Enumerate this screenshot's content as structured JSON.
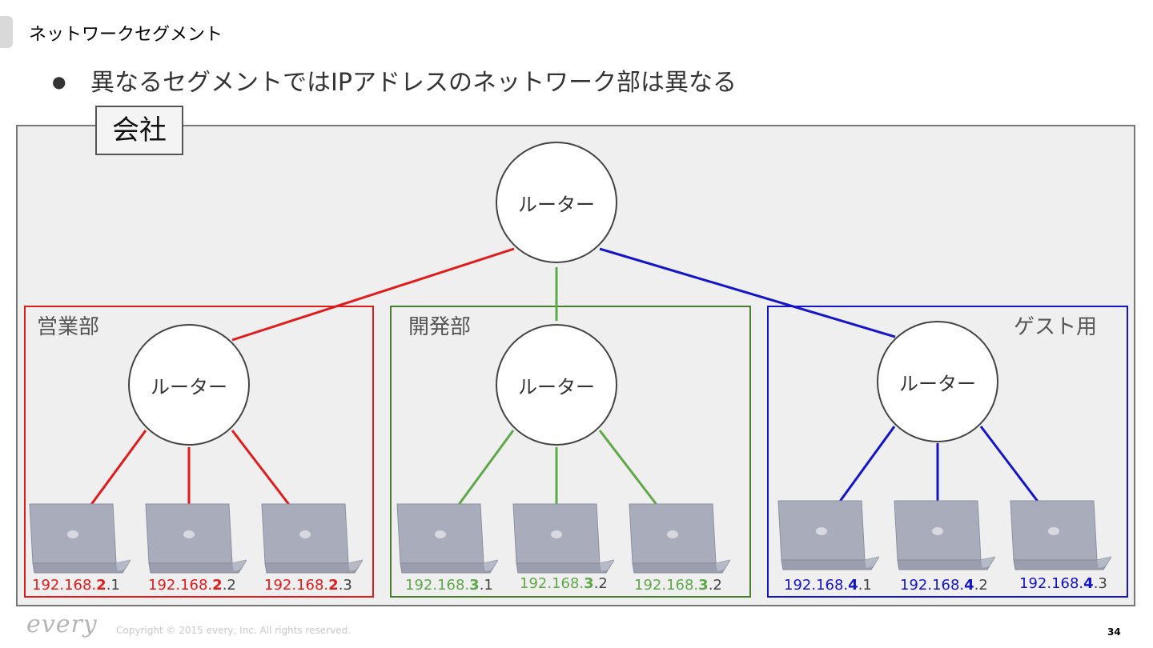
{
  "slide": {
    "title": "ネットワークセグメント",
    "bullet": "異なるセグメントではIPアドレスのネットワーク部は異なる",
    "bullet_marker": "●",
    "page_number": "34"
  },
  "diagram": {
    "company_label": "会社",
    "top_router_label": "ルーター",
    "departments": [
      {
        "name": "営業部",
        "color": "#e01b1b",
        "router_label": "ルーター",
        "ips": [
          {
            "prefix": "192.168.",
            "segment": "2",
            "host": ".1"
          },
          {
            "prefix": "192.168.",
            "segment": "2",
            "host": ".2"
          },
          {
            "prefix": "192.168.",
            "segment": "2",
            "host": ".3"
          }
        ]
      },
      {
        "name": "開発部",
        "color": "#5fa84a",
        "router_label": "ルーター",
        "ips": [
          {
            "prefix": "192.168.",
            "segment": "3",
            "host": ".1"
          },
          {
            "prefix": "192.168.",
            "segment": "3",
            "host": ".2"
          },
          {
            "prefix": "192.168.",
            "segment": "3",
            "host": ".2"
          }
        ]
      },
      {
        "name": "ゲスト用",
        "color": "#1414c8",
        "router_label": "ルーター",
        "ips": [
          {
            "prefix": "192.168.",
            "segment": "4",
            "host": ".1"
          },
          {
            "prefix": "192.168.",
            "segment": "4",
            "host": ".2"
          },
          {
            "prefix": "192.168.",
            "segment": "4",
            "host": ".3"
          }
        ]
      }
    ]
  },
  "footer": {
    "logo": "every",
    "copyright": "Copyright © 2015 every, Inc. All rights reserved."
  }
}
